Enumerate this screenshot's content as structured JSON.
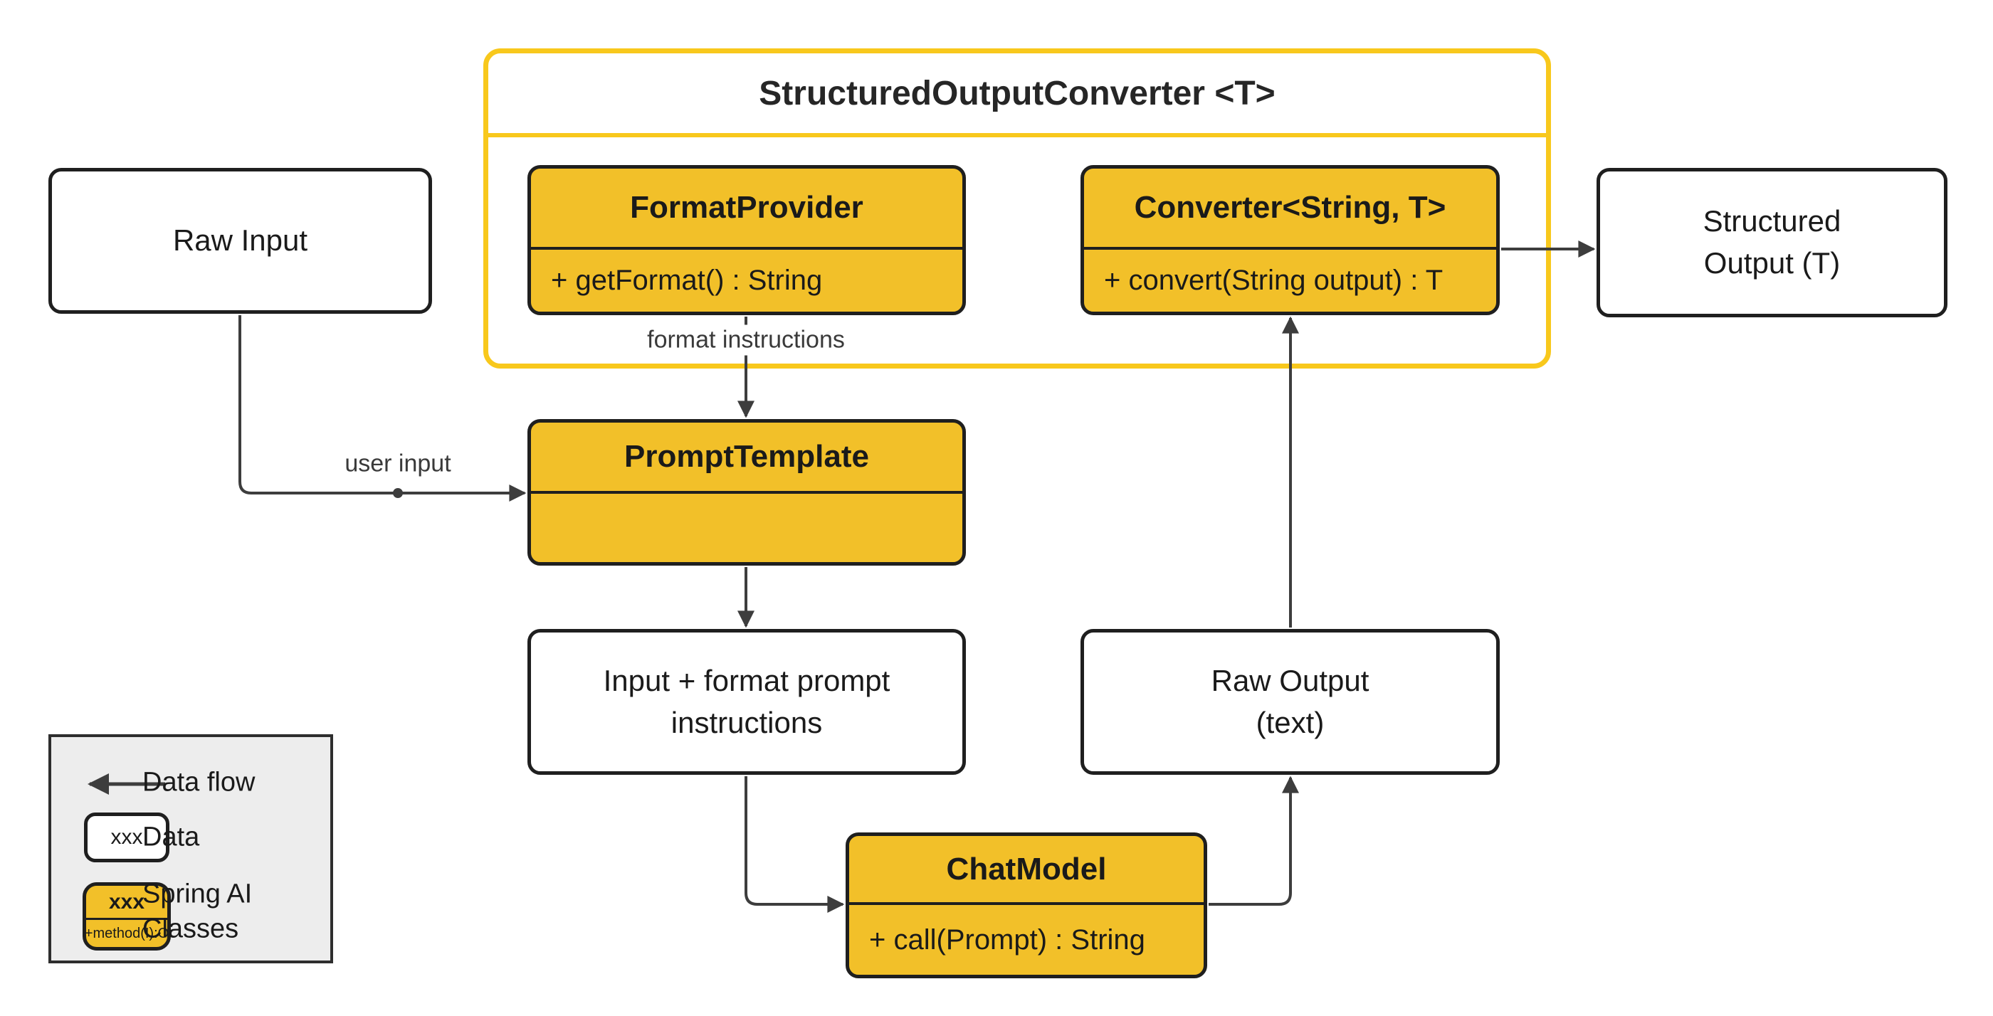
{
  "title": "StructuredOutputConverter <T>",
  "classes": {
    "format_provider": {
      "name": "FormatProvider",
      "method": "+ getFormat() : String"
    },
    "converter": {
      "name": "Converter<String, T>",
      "method": "+ convert(String output) : T"
    },
    "prompt_template": {
      "name": "PromptTemplate"
    },
    "chat_model": {
      "name": "ChatModel",
      "method": "+ call(Prompt) : String"
    }
  },
  "nodes": {
    "raw_input": {
      "lines": [
        "Raw Input"
      ]
    },
    "input_format_prompt": {
      "lines": [
        "Input + format prompt",
        "instructions"
      ]
    },
    "raw_output": {
      "lines": [
        "Raw Output",
        "(text)"
      ]
    },
    "structured_output": {
      "lines": [
        "Structured",
        "Output (T)"
      ]
    }
  },
  "edge_labels": {
    "format_instructions": "format instructions",
    "user_input": "user input"
  },
  "legend": {
    "arrow_label": "Data flow",
    "data_sample": "xxx",
    "data_label": "Data",
    "class_sample_title": "xxx",
    "class_sample_method": "+method(I):O",
    "class_label_lines": [
      "Spring AI",
      "Classes"
    ]
  },
  "colors": {
    "yellow_fill": "#F2C029",
    "yellow_border": "#F8C81C",
    "ink": "#1F1F1F",
    "arrow": "#3D3D3D",
    "legend_bg": "#EDEDED",
    "text": "#1A1A1A",
    "muted_text": "#3A3A3A"
  }
}
